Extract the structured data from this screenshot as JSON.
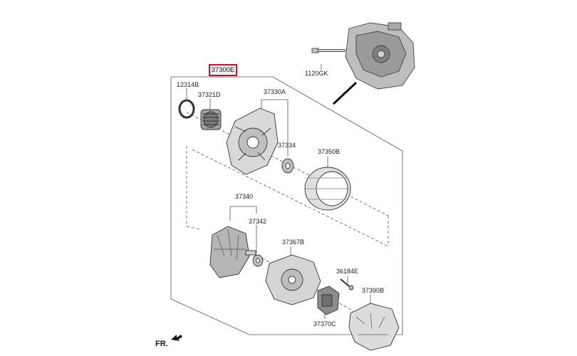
{
  "assembly_part_no": "37300E",
  "parts": {
    "p1120GK": "1120GK",
    "p12314B": "12314B",
    "p37321D": "37321D",
    "p37330A": "37330A",
    "p37334": "37334",
    "p37350B": "37350B",
    "p37340": "37340",
    "p37342": "37342",
    "p37367B": "37367B",
    "p36184E": "36184E",
    "p37390B": "37390B",
    "p37370C": "37370C"
  },
  "front_indicator": "FR."
}
